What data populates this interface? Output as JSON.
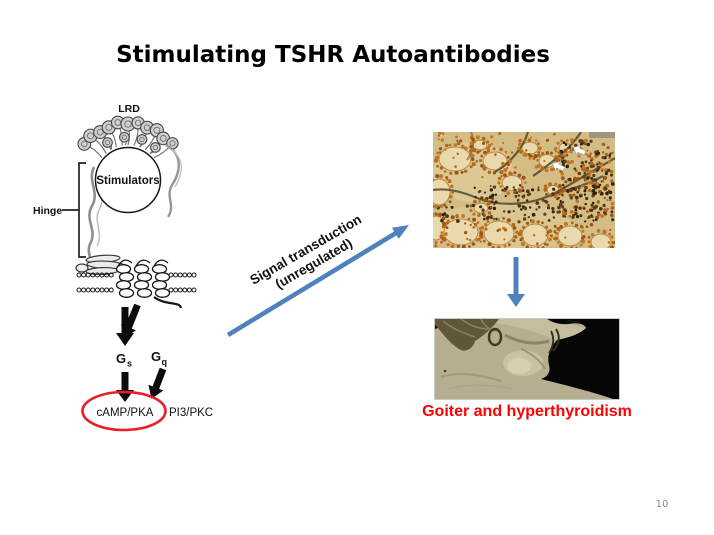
{
  "slide": {
    "title": "Stimulating TSHR Autoantibodies",
    "page_number": "10",
    "background_color": "#ffffff"
  },
  "diagram": {
    "lrd_label": "LRD",
    "stimulators_label": "Stimulators",
    "hinge_label": "Hinge",
    "gs": {
      "main": "G",
      "sub": "s"
    },
    "gq": {
      "main": "G",
      "sub": "q"
    },
    "camp_label": "cAMP/PKA",
    "pi3_label": "PI3/PKC",
    "highlight_color": "#ee1c25"
  },
  "signal_arrow": {
    "line1": "Signal transduction",
    "line2": "(unregulated)",
    "color": "#4f81bd"
  },
  "caption": {
    "text": "Goiter and hyperthyroidism",
    "color": "#ff0000"
  }
}
